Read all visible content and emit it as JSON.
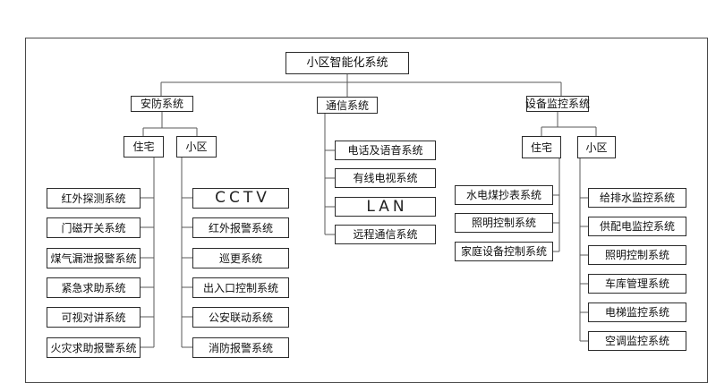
{
  "diagram": {
    "title": "小区智能化系统",
    "security": {
      "label": "安防系统",
      "residence": {
        "label": "住宅",
        "items": [
          "红外探测系统",
          "门磁开关系统",
          "煤气漏泄报警系统",
          "紧急求助系统",
          "可视对讲系统",
          "火灾求助报警系统"
        ]
      },
      "community": {
        "label": "小区",
        "items": [
          "CCTV",
          "红外报警系统",
          "巡更系统",
          "出入口控制系统",
          "公安联动系统",
          "消防报警系统"
        ]
      }
    },
    "communication": {
      "label": "通信系统",
      "items": [
        "电话及语音系统",
        "有线电视系统",
        "LAN",
        "远程通信系统"
      ]
    },
    "equipment": {
      "label": "设备监控系统",
      "residence": {
        "label": "住宅",
        "items": [
          "水电煤抄表系统",
          "照明控制系统",
          "家庭设备控制系统"
        ]
      },
      "community": {
        "label": "小区",
        "items": [
          "给排水监控系统",
          "供配电监控系统",
          "照明控制系统",
          "车库管理系统",
          "电梯监控系统",
          "空调监控系统"
        ]
      }
    },
    "line_color": "#5a5a5a",
    "box_border_color": "#2b2b2b"
  }
}
